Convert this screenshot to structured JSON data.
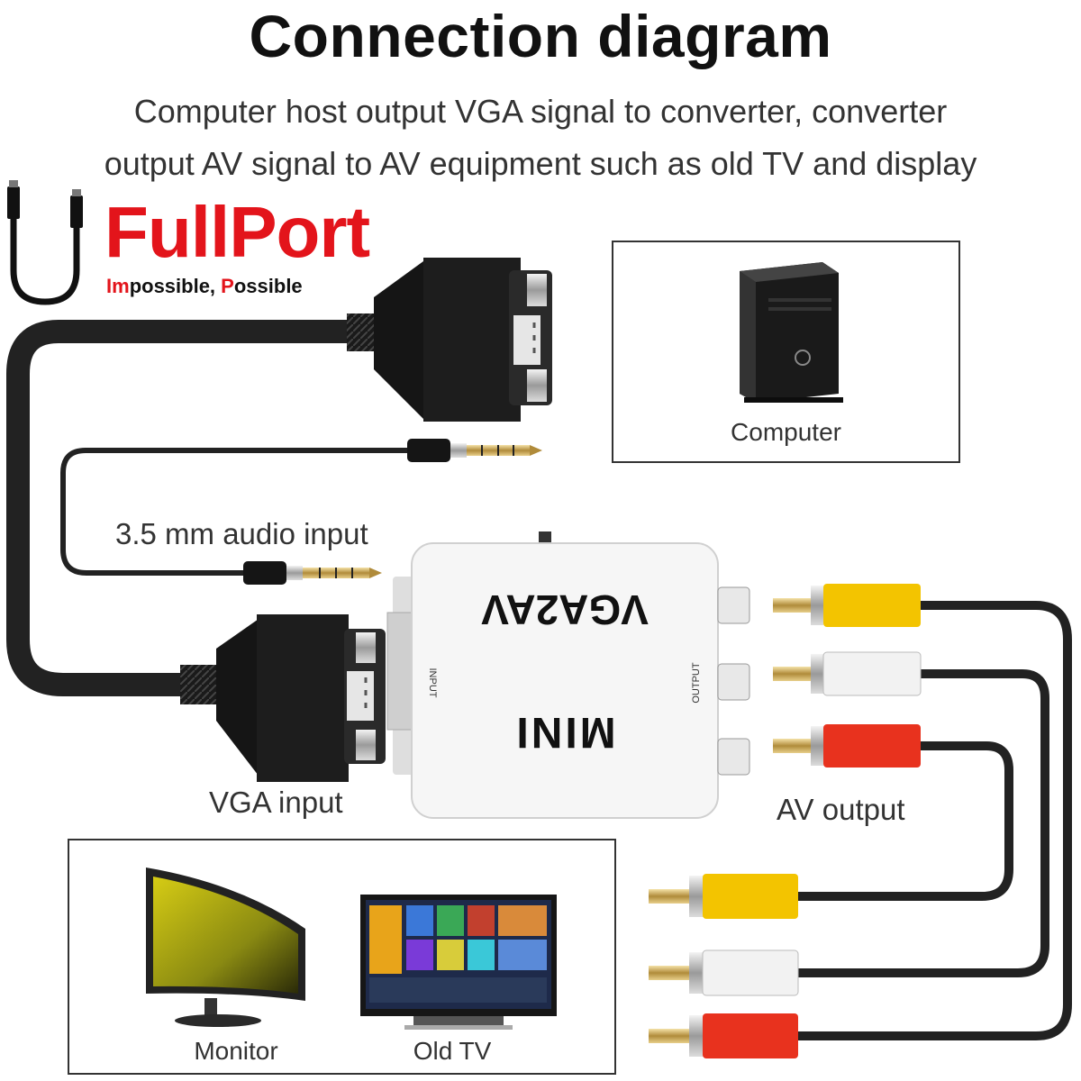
{
  "title": "Connection diagram",
  "description_lines": [
    "Computer host output VGA signal to converter, converter",
    "output AV signal to AV equipment such as old TV and display"
  ],
  "brand": {
    "name": "FullPort",
    "tagline_parts": [
      "Im",
      "possible, ",
      "P",
      "ossible"
    ],
    "color": "#e3141b"
  },
  "labels": {
    "computer": "Computer",
    "audio_input": "3.5 mm audio input",
    "vga_input": "VGA input",
    "av_output": "AV output",
    "monitor": "Monitor",
    "old_tv": "Old TV"
  },
  "device": {
    "model": "VGA2AV",
    "mini": "MINI",
    "input": "INPUT",
    "output": "OUTPUT"
  },
  "rca_colors": {
    "yellow": "#f3c400",
    "white": "#f2f2f2",
    "red": "#e8321e"
  }
}
